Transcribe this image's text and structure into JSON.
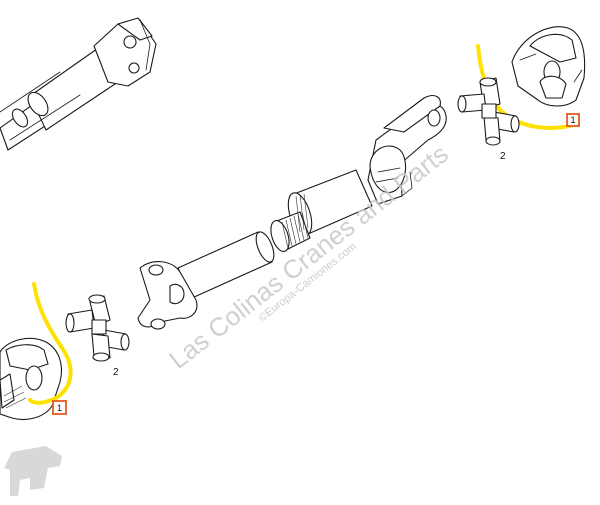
{
  "diagram": {
    "callouts": [
      {
        "id": "callout-top-right",
        "label": "1"
      },
      {
        "id": "callout-bottom-left",
        "label": "1"
      }
    ],
    "part_labels": [
      {
        "id": "spider-top",
        "label": "2"
      },
      {
        "id": "spider-bottom",
        "label": "2"
      }
    ],
    "watermark": {
      "main": "Las Colinas Cranes and Parts",
      "sub": "©Europa-Camiones.com"
    },
    "colors": {
      "highlight": "#ffe100",
      "callout_border": "#e65a1e",
      "line": "#1a1a1a",
      "watermark": "#c8c8c8"
    }
  }
}
